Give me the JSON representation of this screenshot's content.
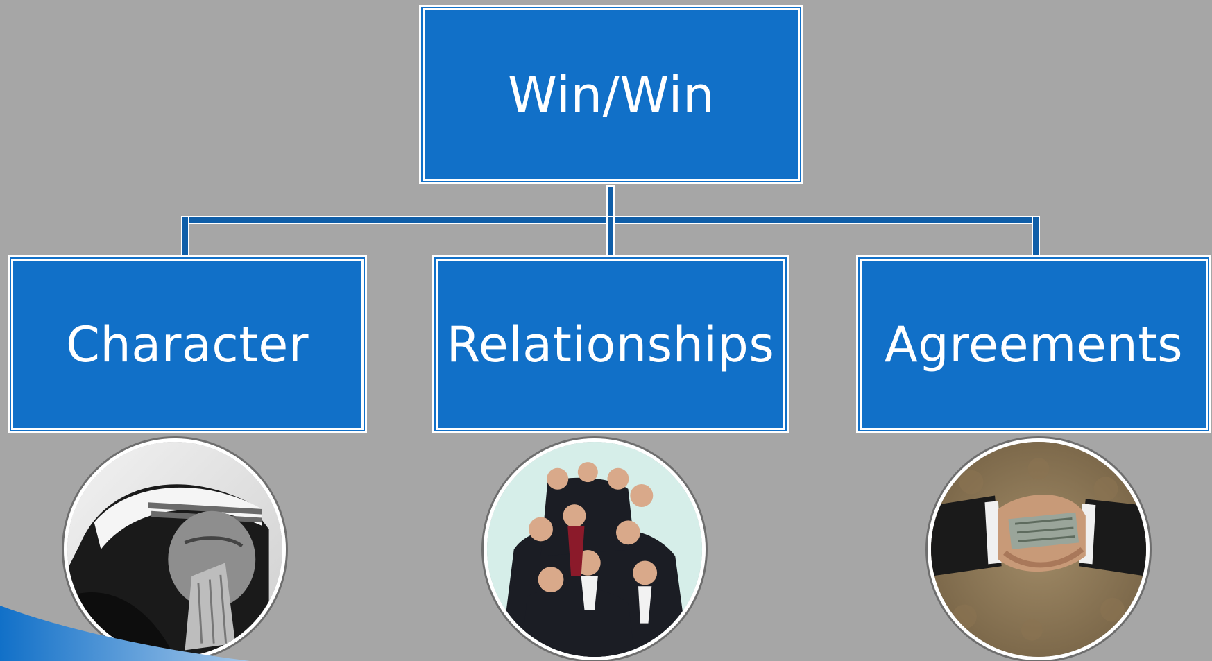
{
  "diagram": {
    "root": {
      "label": "Win/Win"
    },
    "children": [
      {
        "label": "Character"
      },
      {
        "label": "Relationships"
      },
      {
        "label": "Agreements"
      }
    ]
  },
  "colors": {
    "background": "#a6a6a6",
    "node_fill": "#1170c8",
    "node_border": "#ffffff",
    "connector": "#0f5ea8"
  },
  "images": [
    {
      "icon": "praying-elderly-woman-photo"
    },
    {
      "icon": "business-people-group-photo"
    },
    {
      "icon": "handshake-with-money-photo"
    }
  ]
}
